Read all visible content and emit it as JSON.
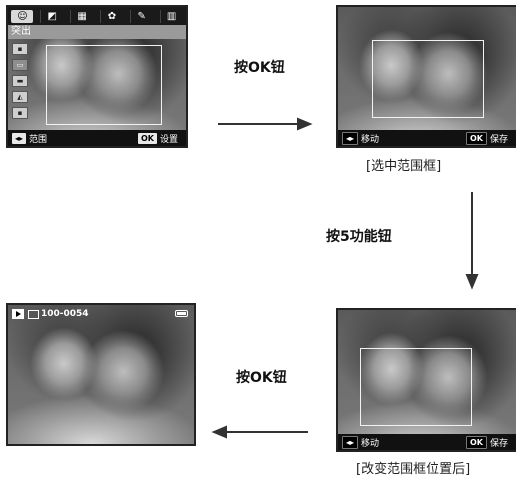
{
  "screen1": {
    "tabs": [
      "☺",
      "◩",
      "▦",
      "✿",
      "✎",
      "▥"
    ],
    "menu_title": "突出",
    "side_icons": [
      "▪",
      "▭",
      "▬",
      "◭",
      "▪"
    ],
    "bottom": {
      "key1": "◂▸",
      "label1": "范围",
      "key2": "OK",
      "label2": "设置"
    }
  },
  "screen2": {
    "bottom": {
      "key1": "◂▸",
      "label1": "移动",
      "key2": "OK",
      "label2": "保存"
    },
    "caption": "[选中范围框]"
  },
  "screen3": {
    "file_number": "100-0054"
  },
  "screen4": {
    "bottom": {
      "key1": "◂▸",
      "label1": "移动",
      "key2": "OK",
      "label2": "保存"
    },
    "caption": "[改变范围框位置后]"
  },
  "notes": {
    "press_ok_1": "按OK钮",
    "press_5_function": "按5功能钮",
    "press_ok_2": "按OK钮"
  }
}
